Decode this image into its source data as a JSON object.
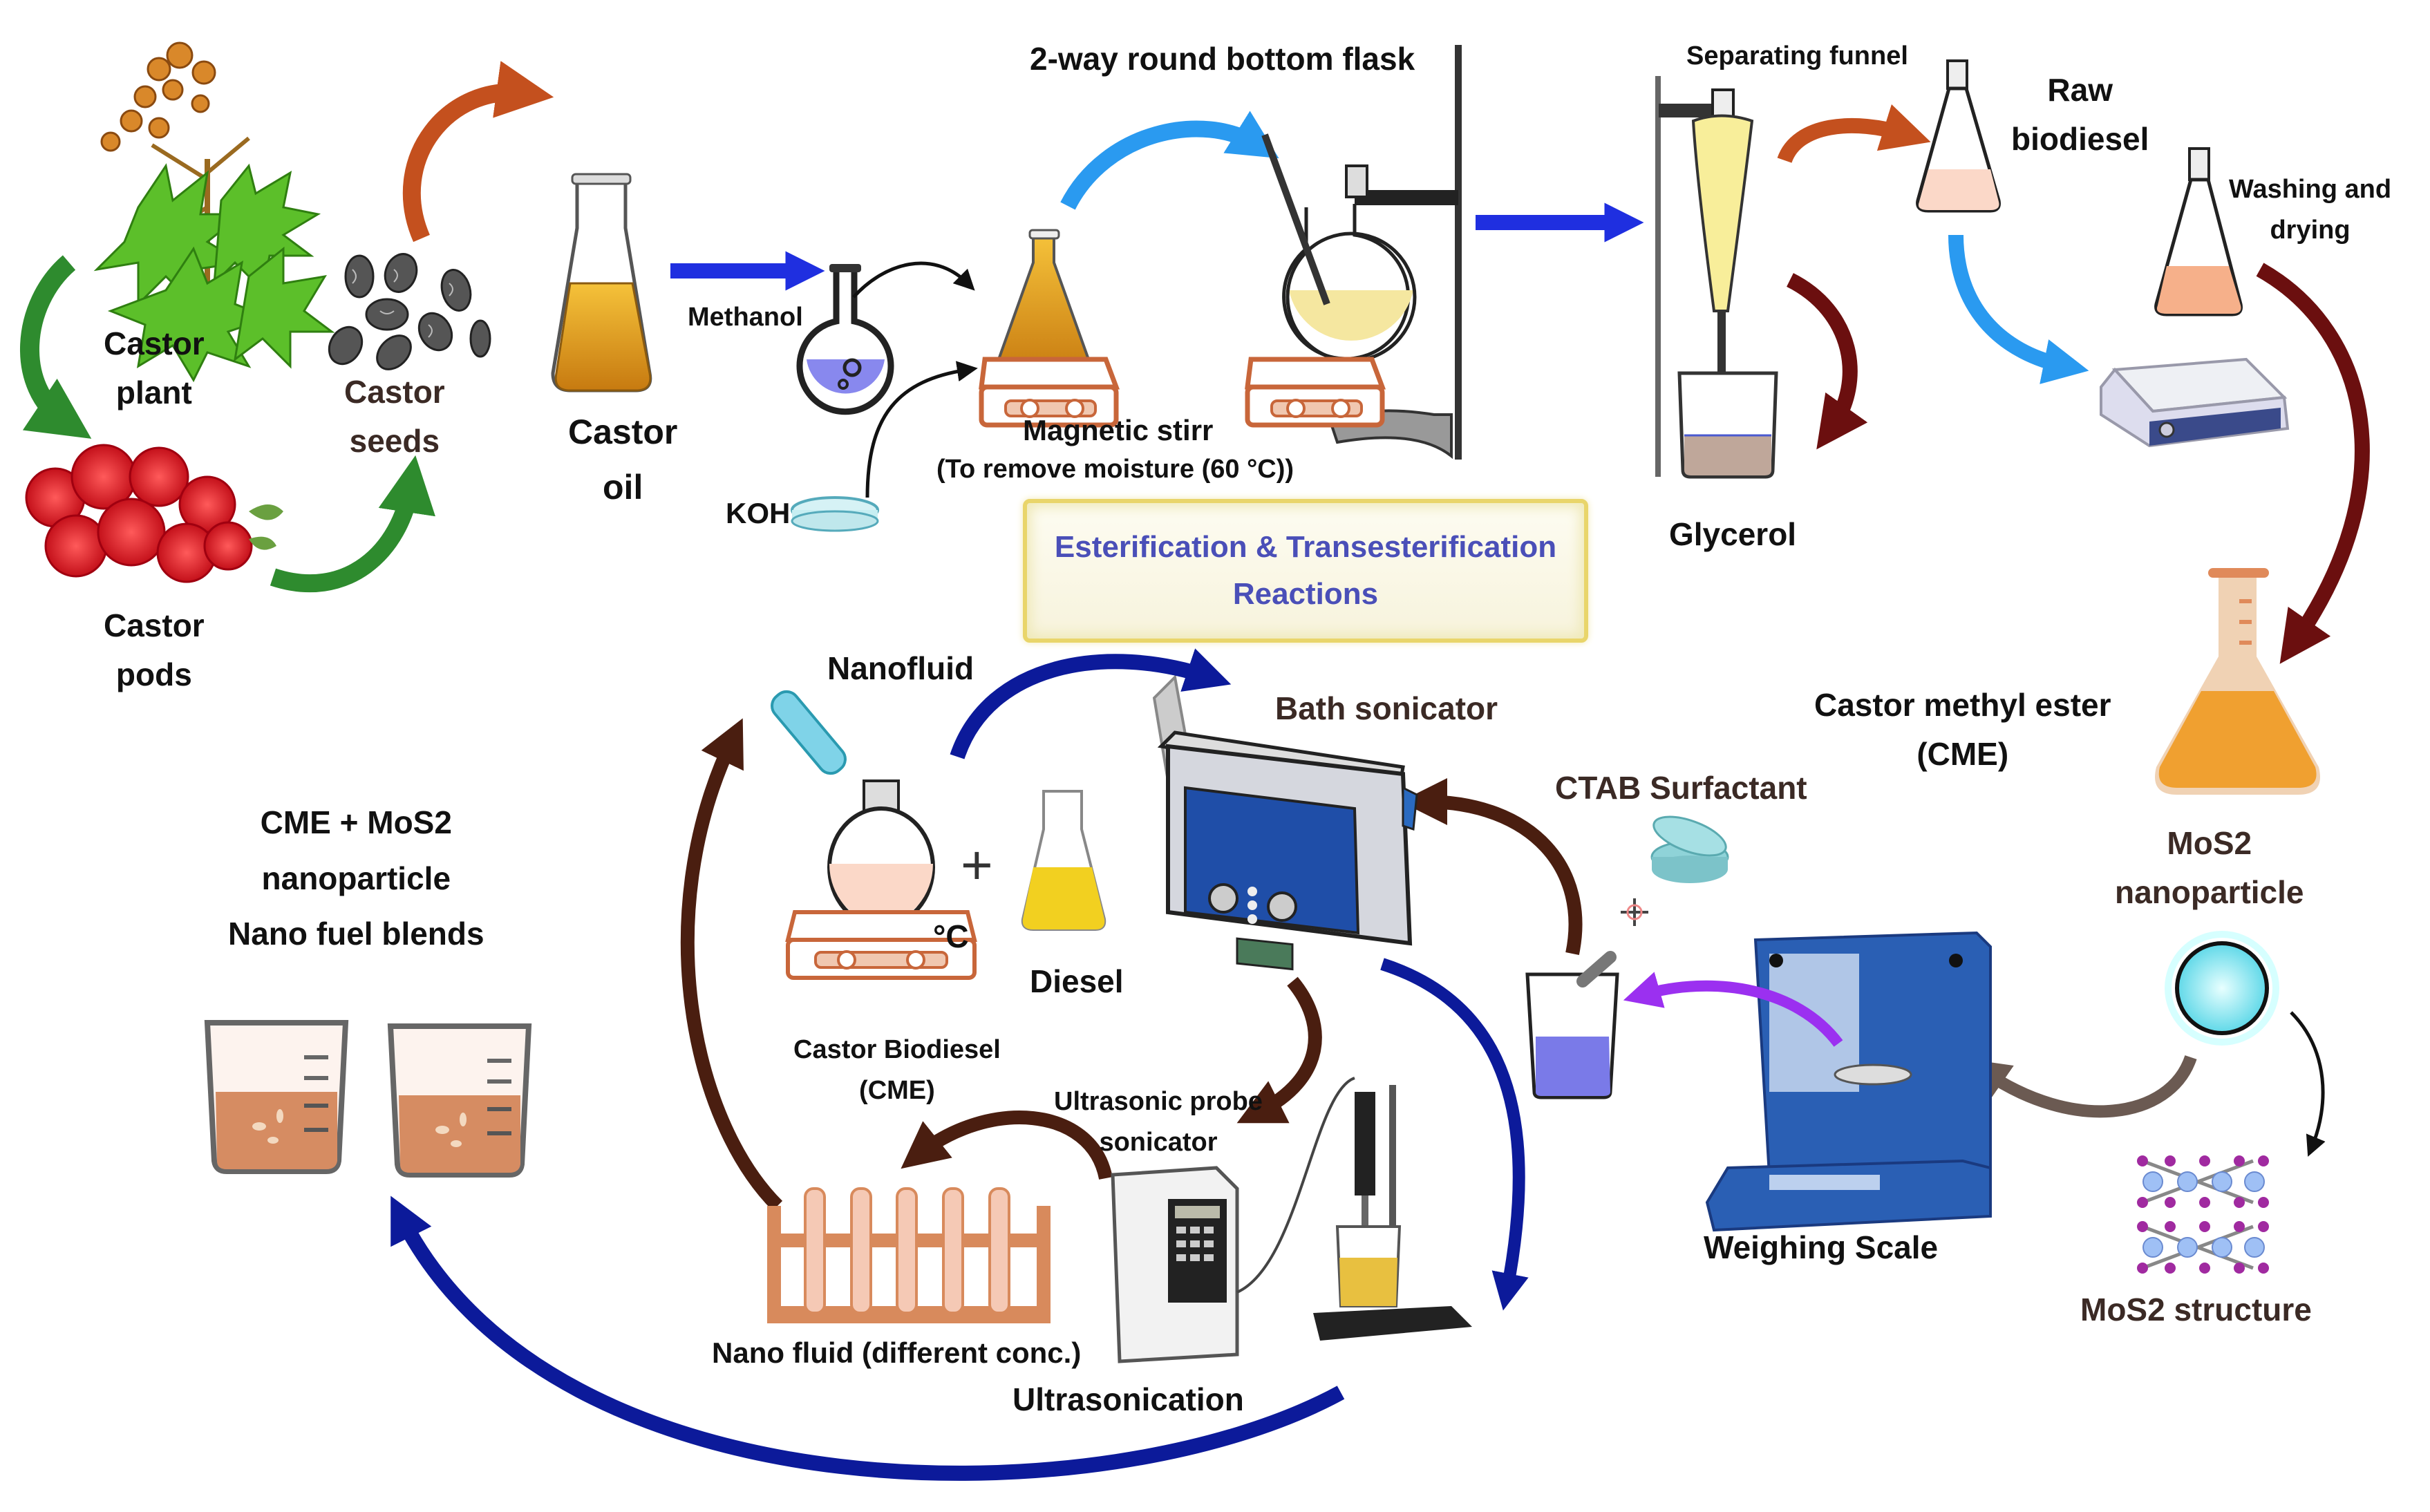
{
  "diagram": {
    "title": "Castor biodiesel and MoS2 nano fuel blend preparation process",
    "labels": {
      "castor_plant": [
        "Castor",
        "plant"
      ],
      "castor_seeds": [
        "Castor",
        "seeds"
      ],
      "castor_pods": [
        "Castor",
        "pods"
      ],
      "castor_oil": [
        "Castor",
        "oil"
      ],
      "methanol": "Methanol",
      "koh": "KOH",
      "round_bottom_flask": "2-way round bottom flask",
      "magnetic_stirr": "Magnetic stirr",
      "moisture_note": "(To remove moisture (60 °C))",
      "separating_funnel": "Separating funnel",
      "raw_biodiesel": [
        "Raw",
        "biodiesel"
      ],
      "washing_drying": [
        "Washing and",
        "drying"
      ],
      "glycerol": "Glycerol",
      "reaction_box": [
        "Esterification & Transesterification",
        "Reactions"
      ],
      "castor_methyl_ester": [
        "Castor methyl ester",
        "(CME)"
      ],
      "mos2_nanoparticle": [
        "MoS2",
        "nanoparticle"
      ],
      "mos2_structure": "MoS2 structure",
      "weighing_scale": "Weighing Scale",
      "ctab_surfactant": "CTAB Surfactant",
      "bath_sonicator": "Bath sonicator",
      "nanofluid": "Nanofluid",
      "diesel": "Diesel",
      "castor_biodiesel": [
        "Castor Biodiesel",
        "(CME)"
      ],
      "degree_c": "°C",
      "plus": "+",
      "ultrasonic_probe": [
        "Ultrasonic probe",
        "sonicator"
      ],
      "nano_fluid_conc": "Nano fluid (different conc.)",
      "ultrasonication": "Ultrasonication",
      "nano_fuel_blends": [
        "CME + MoS2",
        "nanoparticle",
        "Nano fuel blends"
      ]
    },
    "colors": {
      "green_arrow": "#2e8b2e",
      "orange_arrow": "#c4501e",
      "blue_arrow": "#1f2fe0",
      "light_blue_arrow": "#2a9af0",
      "dark_red_arrow": "#6b0f0f",
      "navy_arrow": "#0c1a9a",
      "brown_arrow": "#4a1e10",
      "purple_arrow": "#9b30f0",
      "hotplate": "#c8663a",
      "oil": "#e0a020",
      "reaction_text": "#4a4fb8",
      "reaction_border": "#e9d56a",
      "cme_orange": "#f0a030",
      "sonicator_blue": "#1f4ea8",
      "scale_blue": "#2a5fb4"
    }
  }
}
